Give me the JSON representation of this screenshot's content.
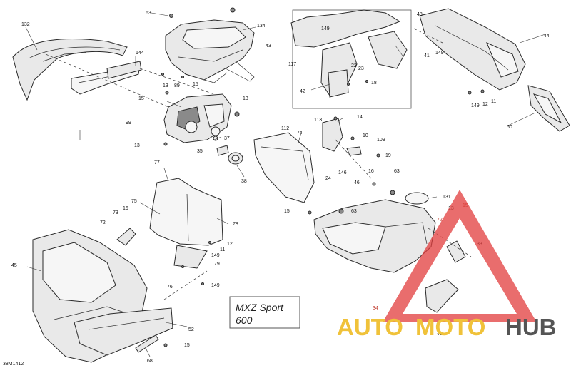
{
  "diagram": {
    "model_line1": "MXZ Sport",
    "model_line2": "600",
    "reference": "38M1412",
    "watermark": {
      "part1": "AUTO",
      "part2": "MOTO",
      "part3": "HUB",
      "colors": {
        "part1": "#f0c23a",
        "part2": "#f0c23a",
        "part3": "#555555",
        "triangle": "#e23c3c"
      }
    },
    "callouts": {
      "c132": "132",
      "c144": "144",
      "c63a": "63",
      "c134": "134",
      "c89": "89",
      "c15a": "15",
      "c13a": "13",
      "c15b": "15",
      "c13b": "13",
      "c99": "99",
      "c13c": "13",
      "c37": "37",
      "c35": "35",
      "c38": "38",
      "c149a": "149",
      "c43": "43",
      "c117": "117",
      "c22": "22",
      "c23": "23",
      "c18": "18",
      "c42": "42",
      "c41": "41",
      "c48": "48",
      "c149b": "149",
      "c44": "44",
      "c149c": "149",
      "c12a": "12",
      "c11a": "11",
      "c50": "50",
      "c113": "113",
      "c14": "14",
      "c112": "112",
      "c74": "74",
      "c10": "10",
      "c109": "109",
      "c19": "19",
      "c24": "24",
      "c146": "146",
      "c46": "46",
      "c16a": "16",
      "c63b": "63",
      "c131": "131",
      "c77": "77",
      "c75": "75",
      "c78": "78",
      "c73": "73",
      "c16b": "16",
      "c72a": "72",
      "c12b": "12",
      "c11b": "11",
      "c149d": "149",
      "c79": "79",
      "c76": "76",
      "c149e": "149",
      "c45": "45",
      "c15c": "15",
      "c63c": "63",
      "c72b": "72",
      "c13d": "13",
      "c15d": "15",
      "c33": "33",
      "c34": "34",
      "c40": "40",
      "c52": "52",
      "c15e": "15",
      "c68": "68"
    }
  }
}
